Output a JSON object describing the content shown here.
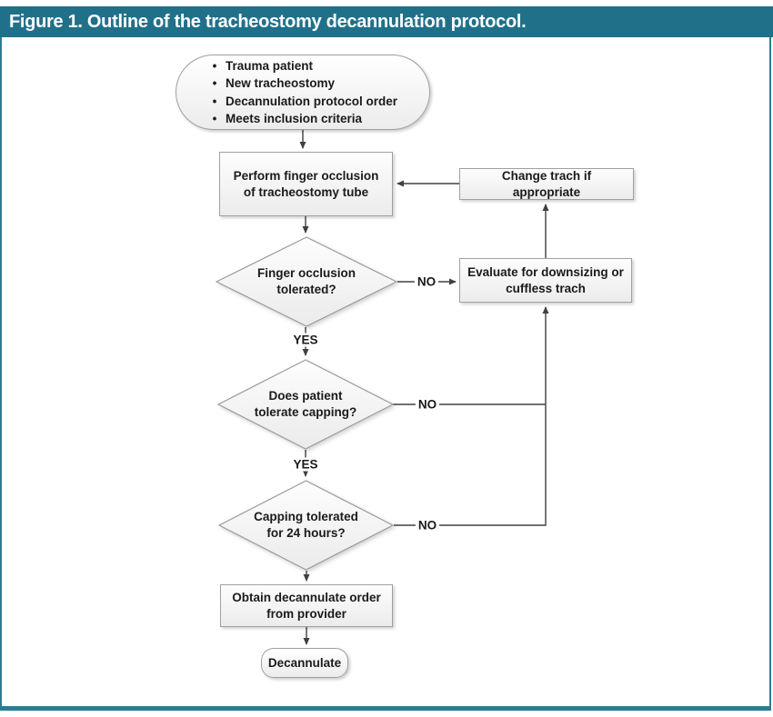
{
  "title": "Figure 1. Outline of the tracheostomy decannulation protocol.",
  "colors": {
    "header_bg": "#21708a",
    "panel_border": "#2a7d96",
    "line": "#404040",
    "shape_border": "#a0a0a0",
    "text": "#1a1a1a"
  },
  "flowchart": {
    "start": {
      "items": [
        "Trauma patient",
        "New tracheostomy",
        "Decannulation protocol order",
        "Meets inclusion criteria"
      ]
    },
    "nodes": {
      "perform_occlusion": "Perform finger occlusion of tracheostomy tube",
      "change_trach": "Change trach if appropriate",
      "occlusion_tolerated": "Finger occlusion tolerated?",
      "evaluate_downsizing": "Evaluate for downsizing or cuffless trach",
      "tolerate_capping": "Does patient tolerate capping?",
      "capping_24h": "Capping tolerated for 24 hours?",
      "obtain_order": "Obtain decannulate order from provider",
      "decannulate": "Decannulate"
    },
    "branch_labels": {
      "occlusion_yes": "YES",
      "occlusion_no": "NO",
      "capping_yes": "YES",
      "capping_no": "NO",
      "capping24_no": "NO"
    }
  }
}
